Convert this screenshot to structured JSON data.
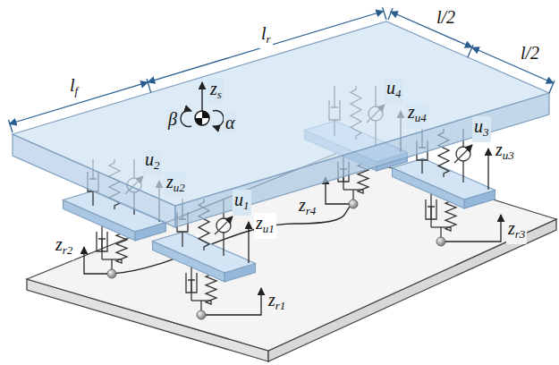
{
  "diagram": {
    "labels": [
      "lf",
      "lr",
      "l/2",
      "l/2",
      "zs",
      "α",
      "β",
      "u2",
      "zu2",
      "zr2",
      "u4",
      "zu4",
      "zr4",
      "u1",
      "zu1",
      "zr1",
      "u3",
      "zu3",
      "zr3"
    ]
  }
}
